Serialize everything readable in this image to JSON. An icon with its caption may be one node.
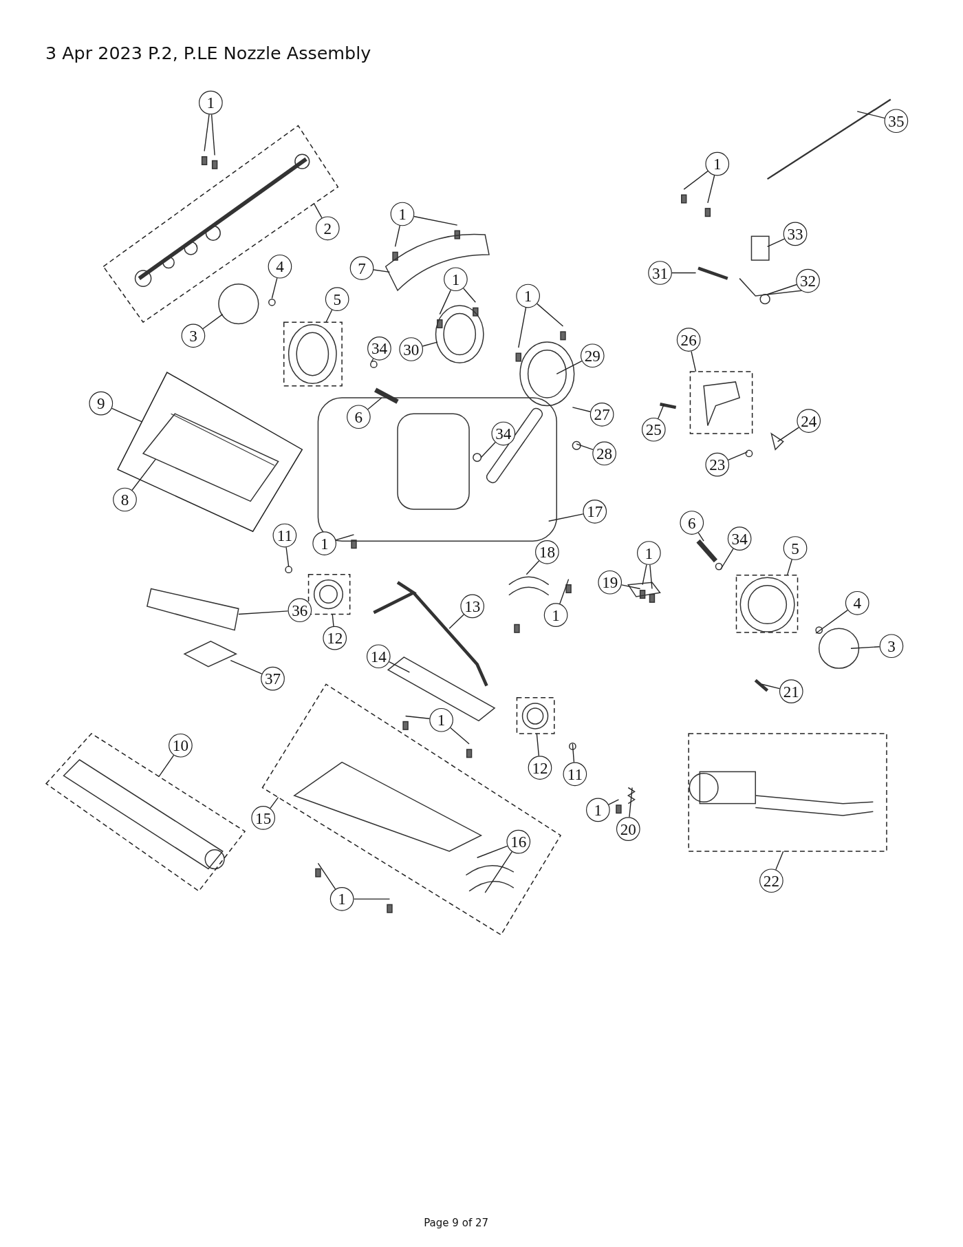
{
  "diagram": {
    "title": "3 Apr 2023 P.2, P.LE Nozzle Assembly",
    "nodes": [
      {
        "text": [
          "1"
        ]
      },
      {
        "text": [
          "2"
        ]
      },
      {
        "text": [
          "3"
        ]
      },
      {
        "text": [
          "4"
        ]
      },
      {
        "text": [
          "5"
        ]
      },
      {
        "text": [
          "1"
        ]
      },
      {
        "text": [
          "7"
        ]
      },
      {
        "text": [
          "1"
        ]
      },
      {
        "text": [
          "30"
        ]
      },
      {
        "text": [
          "34"
        ]
      },
      {
        "text": [
          "6"
        ]
      },
      {
        "text": [
          "1"
        ]
      },
      {
        "text": [
          "29"
        ]
      },
      {
        "text": [
          "27"
        ]
      },
      {
        "text": [
          "34"
        ]
      },
      {
        "text": [
          "28"
        ]
      },
      {
        "text": [
          "17"
        ]
      },
      {
        "text": [
          "9"
        ]
      },
      {
        "text": [
          "8"
        ]
      },
      {
        "text": [
          "11"
        ]
      },
      {
        "text": [
          "1"
        ]
      },
      {
        "text": [
          "36"
        ]
      },
      {
        "text": [
          "12"
        ]
      },
      {
        "text": [
          "37"
        ]
      },
      {
        "text": [
          "18"
        ]
      },
      {
        "text": [
          "13"
        ]
      },
      {
        "text": [
          "1"
        ]
      },
      {
        "text": [
          "14"
        ]
      },
      {
        "text": [
          "1"
        ]
      },
      {
        "text": [
          "12"
        ]
      },
      {
        "text": [
          "11"
        ]
      },
      {
        "text": [
          "10"
        ]
      },
      {
        "text": [
          "15"
        ]
      },
      {
        "text": [
          "16"
        ],
        "in": 63
      },
      {
        "text": [
          "1"
        ]
      },
      {
        "text": [
          "1"
        ]
      },
      {
        "text": [
          "20"
        ]
      },
      {
        "text": [
          "22"
        ]
      },
      {
        "text": [
          "35"
        ]
      },
      {
        "text": [
          "1"
        ]
      },
      {
        "text": [
          "33"
        ]
      },
      {
        "text": [
          "31"
        ]
      },
      {
        "text": [
          "32"
        ]
      },
      {
        "text": [
          "26"
        ]
      },
      {
        "text": [
          "25"
        ]
      },
      {
        "text": [
          "24"
        ]
      },
      {
        "text": [
          "23"
        ]
      },
      {
        "text": [
          "6"
        ]
      },
      {
        "text": [
          "34"
        ]
      },
      {
        "text": [
          "1"
        ]
      },
      {
        "text": [
          "5"
        ]
      },
      {
        "text": [
          "19"
        ]
      },
      {
        "text": [
          "4"
        ]
      },
      {
        "text": [
          "3"
        ]
      },
      {
        "text": [
          "21"
        ]
      },
      {
        "text": [],
        "shape": "box"
      },
      {
        "text": [],
        "shape": "box"
      },
      {
        "text": [],
        "shape": "box"
      },
      {
        "text": [],
        "shape": "box"
      },
      {
        "text": [],
        "shape": "box"
      },
      {
        "text": [],
        "shape": "box"
      },
      {
        "text": [],
        "shape": "box"
      },
      {
        "text": [],
        "shape": "box"
      },
      {
        "text": [],
        "shape": "box"
      },
      {
        "text": [],
        "shape": "box"
      },
      {
        "text": [],
        "shape": "picture",
        "in": 57
      },
      {
        "text": [],
        "shape": "picture",
        "in": 63
      }
    ],
    "edges": [
      {
        "from": 0,
        "to": null,
        "arrow": "none"
      },
      {
        "from": 0,
        "to": null,
        "arrow": "none"
      },
      {
        "from": 1,
        "to": 55,
        "arrow": "none"
      },
      {
        "from": 2,
        "to": null,
        "arrow": "none"
      },
      {
        "from": 3,
        "to": null,
        "arrow": "none"
      },
      {
        "from": 4,
        "to": 56,
        "arrow": "none"
      },
      {
        "from": 5,
        "to": null,
        "arrow": "none"
      },
      {
        "from": 5,
        "to": null,
        "arrow": "none"
      },
      {
        "from": 6,
        "to": null,
        "arrow": "none"
      },
      {
        "from": 7,
        "to": null,
        "arrow": "none"
      },
      {
        "from": 7,
        "to": null,
        "arrow": "none"
      },
      {
        "from": 8,
        "to": null,
        "arrow": "none"
      },
      {
        "from": 9,
        "to": null,
        "arrow": "none"
      },
      {
        "from": 10,
        "to": null,
        "arrow": "none"
      },
      {
        "from": 11,
        "to": null,
        "arrow": "none"
      },
      {
        "from": 11,
        "to": null,
        "arrow": "none"
      },
      {
        "from": 12,
        "to": null,
        "arrow": "none"
      },
      {
        "from": 13,
        "to": null,
        "arrow": "none"
      },
      {
        "from": 14,
        "to": null,
        "arrow": "none"
      },
      {
        "from": 15,
        "to": null,
        "arrow": "none"
      },
      {
        "from": 16,
        "to": null,
        "arrow": "none"
      },
      {
        "from": 17,
        "to": 57,
        "arrow": "none"
      },
      {
        "from": 18,
        "to": 65,
        "arrow": "none"
      },
      {
        "from": 19,
        "to": null,
        "arrow": "none"
      },
      {
        "from": 20,
        "to": null,
        "arrow": "none"
      },
      {
        "from": 21,
        "to": null,
        "arrow": "none"
      },
      {
        "from": 22,
        "to": 60,
        "arrow": "none"
      },
      {
        "from": 23,
        "to": null,
        "arrow": "none"
      },
      {
        "from": 24,
        "to": null,
        "arrow": "none"
      },
      {
        "from": 25,
        "to": null,
        "arrow": "none"
      },
      {
        "from": 26,
        "to": null,
        "arrow": "none"
      },
      {
        "from": 27,
        "to": null,
        "arrow": "none"
      },
      {
        "from": 28,
        "to": null,
        "arrow": "none"
      },
      {
        "from": 28,
        "to": null,
        "arrow": "none"
      },
      {
        "from": 29,
        "to": 61,
        "arrow": "none"
      },
      {
        "from": 30,
        "to": null,
        "arrow": "none"
      },
      {
        "from": 31,
        "to": 62,
        "arrow": "none"
      },
      {
        "from": 32,
        "to": 63,
        "arrow": "none"
      },
      {
        "from": 33,
        "to": 66,
        "arrow": "none"
      },
      {
        "from": 33,
        "to": 66,
        "arrow": "none"
      },
      {
        "from": 34,
        "to": null,
        "arrow": "none"
      },
      {
        "from": 34,
        "to": null,
        "arrow": "none"
      },
      {
        "from": 35,
        "to": null,
        "arrow": "none"
      },
      {
        "from": 36,
        "to": null,
        "arrow": "none"
      },
      {
        "from": 37,
        "to": 64,
        "arrow": "none"
      },
      {
        "from": 38,
        "to": null,
        "arrow": "none"
      },
      {
        "from": 39,
        "to": null,
        "arrow": "none"
      },
      {
        "from": 39,
        "to": null,
        "arrow": "none"
      },
      {
        "from": 40,
        "to": null,
        "arrow": "none"
      },
      {
        "from": 41,
        "to": null,
        "arrow": "none"
      },
      {
        "from": 42,
        "to": null,
        "arrow": "none"
      },
      {
        "from": 43,
        "to": 58,
        "arrow": "none"
      },
      {
        "from": 44,
        "to": null,
        "arrow": "none"
      },
      {
        "from": 45,
        "to": null,
        "arrow": "none"
      },
      {
        "from": 46,
        "to": null,
        "arrow": "none"
      },
      {
        "from": 47,
        "to": null,
        "arrow": "none"
      },
      {
        "from": 48,
        "to": null,
        "arrow": "none"
      },
      {
        "from": 49,
        "to": null,
        "arrow": "none"
      },
      {
        "from": 49,
        "to": null,
        "arrow": "none"
      },
      {
        "from": 50,
        "to": 59,
        "arrow": "none"
      },
      {
        "from": 51,
        "to": null,
        "arrow": "none"
      },
      {
        "from": 52,
        "to": null,
        "arrow": "none"
      },
      {
        "from": 53,
        "to": null,
        "arrow": "none"
      },
      {
        "from": 54,
        "to": null,
        "arrow": "none"
      }
    ],
    "labels": [
      "Page 9 of 27"
    ]
  }
}
